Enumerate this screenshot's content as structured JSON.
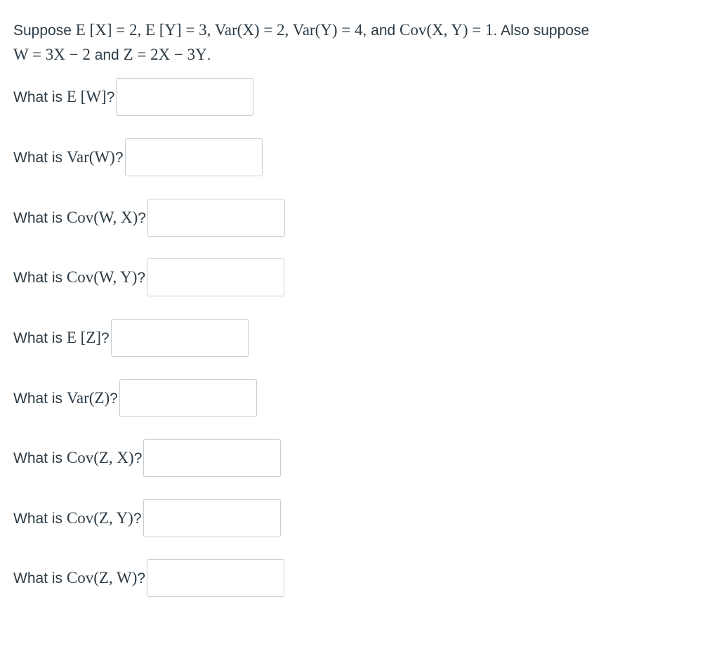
{
  "prompt": {
    "line1": [
      {
        "t": "text",
        "v": "Suppose "
      },
      {
        "t": "math",
        "v": "E [X] = 2, E [Y] = 3, Var(X) = 2, Var(Y) = 4"
      },
      {
        "t": "text",
        "v": ", and "
      },
      {
        "t": "math",
        "v": "Cov(X, Y) = 1"
      },
      {
        "t": "text",
        "v": ". Also suppose"
      }
    ],
    "line2": [
      {
        "t": "math",
        "v": "W = 3X − 2"
      },
      {
        "t": "text",
        "v": " and "
      },
      {
        "t": "math",
        "v": "Z = 2X − 3Y"
      },
      {
        "t": "text",
        "v": "."
      }
    ]
  },
  "questions": [
    {
      "prefix": "What is ",
      "math": "E [W]",
      "suffix": "?",
      "value": "",
      "placeholder": ""
    },
    {
      "prefix": "What is ",
      "math": "Var(W)",
      "suffix": "?",
      "value": "",
      "placeholder": ""
    },
    {
      "prefix": "What is ",
      "math": "Cov(W, X)",
      "suffix": "?",
      "value": "",
      "placeholder": ""
    },
    {
      "prefix": "What is ",
      "math": "Cov(W, Y)",
      "suffix": "?",
      "value": "",
      "placeholder": ""
    },
    {
      "prefix": "What is ",
      "math": "E [Z]",
      "suffix": "?",
      "value": "",
      "placeholder": ""
    },
    {
      "prefix": "What is ",
      "math": "Var(Z)",
      "suffix": "?",
      "value": "",
      "placeholder": ""
    },
    {
      "prefix": "What is ",
      "math": "Cov(Z, X)",
      "suffix": "?",
      "value": "",
      "placeholder": ""
    },
    {
      "prefix": "What is ",
      "math": "Cov(Z, Y)",
      "suffix": "?",
      "value": "",
      "placeholder": ""
    },
    {
      "prefix": "What is ",
      "math": "Cov(Z, W)",
      "suffix": "?",
      "value": "",
      "placeholder": ""
    }
  ]
}
